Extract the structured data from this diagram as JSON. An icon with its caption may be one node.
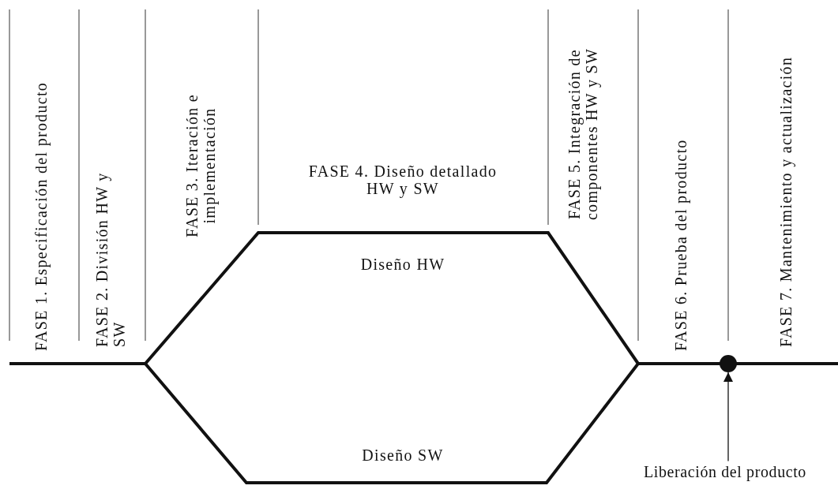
{
  "diagram": {
    "nodes": [
      {
        "text": [],
        "shape": "circle"
      },
      {
        "text": [
          "Liberación del producto"
        ]
      }
    ],
    "edges": [
      {
        "from": 1,
        "to": 0,
        "arrow": "to"
      }
    ],
    "labels": [
      "FASE 1. Especificación del producto",
      "FASE 2. División HW y SW",
      "FASE 3. Iteración e implementación",
      "FASE 4. Diseño detallado HW y SW",
      "Diseño HW",
      "FASE 5. Integración de componentes HW y SW",
      "FASE 6. Prueba del producto",
      "FASE 7. Mantenimiento y actualización",
      "Diseño SW"
    ]
  }
}
